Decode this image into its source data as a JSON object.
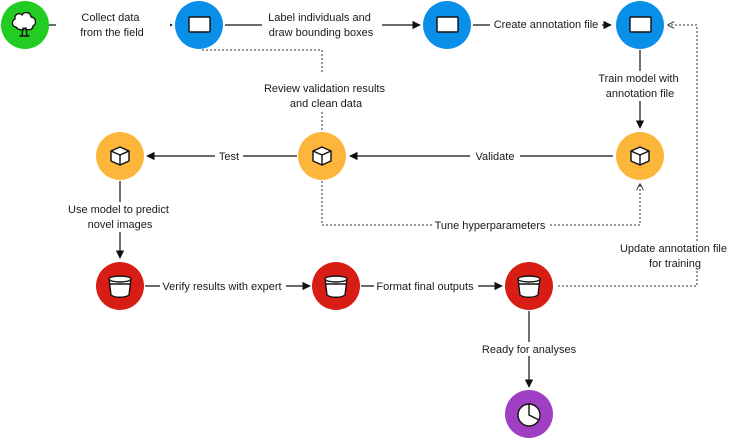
{
  "colors": {
    "green": "#22cc22",
    "blue": "#0a8fe8",
    "orange": "#fcb63c",
    "red": "#d81e14",
    "purple": "#a03fc4"
  },
  "nodes": [
    {
      "id": "collect",
      "color": "green",
      "icon": "tree-icon"
    },
    {
      "id": "label",
      "color": "blue",
      "icon": "image-frame-icon"
    },
    {
      "id": "create",
      "color": "blue",
      "icon": "image-frame-icon"
    },
    {
      "id": "train",
      "color": "blue",
      "icon": "image-frame-icon"
    },
    {
      "id": "validate-node",
      "color": "orange",
      "icon": "cube-icon"
    },
    {
      "id": "review-node",
      "color": "orange",
      "icon": "cube-icon"
    },
    {
      "id": "test-node",
      "color": "orange",
      "icon": "cube-icon"
    },
    {
      "id": "predict-node",
      "color": "red",
      "icon": "bucket-icon"
    },
    {
      "id": "verify-node",
      "color": "red",
      "icon": "bucket-icon"
    },
    {
      "id": "format-node",
      "color": "red",
      "icon": "bucket-icon"
    },
    {
      "id": "ready-node",
      "color": "purple",
      "icon": "pie-chart-icon"
    }
  ],
  "labels": {
    "collect_data": [
      "Collect data",
      "from the field"
    ],
    "label_individuals": [
      "Label individuals and",
      "draw bounding boxes"
    ],
    "create_annotation": [
      "Create annotation file"
    ],
    "train_model": [
      "Train model with",
      "annotation file"
    ],
    "validate": [
      "Validate"
    ],
    "review_validation": [
      "Review validation results",
      "and clean data"
    ],
    "test": [
      "Test"
    ],
    "tune_hyperparameters": [
      "Tune hyperparameters"
    ],
    "use_model": [
      "Use model to predict",
      "novel images"
    ],
    "verify_results": [
      "Verify results with expert"
    ],
    "format_outputs": [
      "Format final outputs"
    ],
    "update_annotation": [
      "Update annotation file",
      "for training"
    ],
    "ready_for_analyses": [
      "Ready for analyses"
    ]
  }
}
